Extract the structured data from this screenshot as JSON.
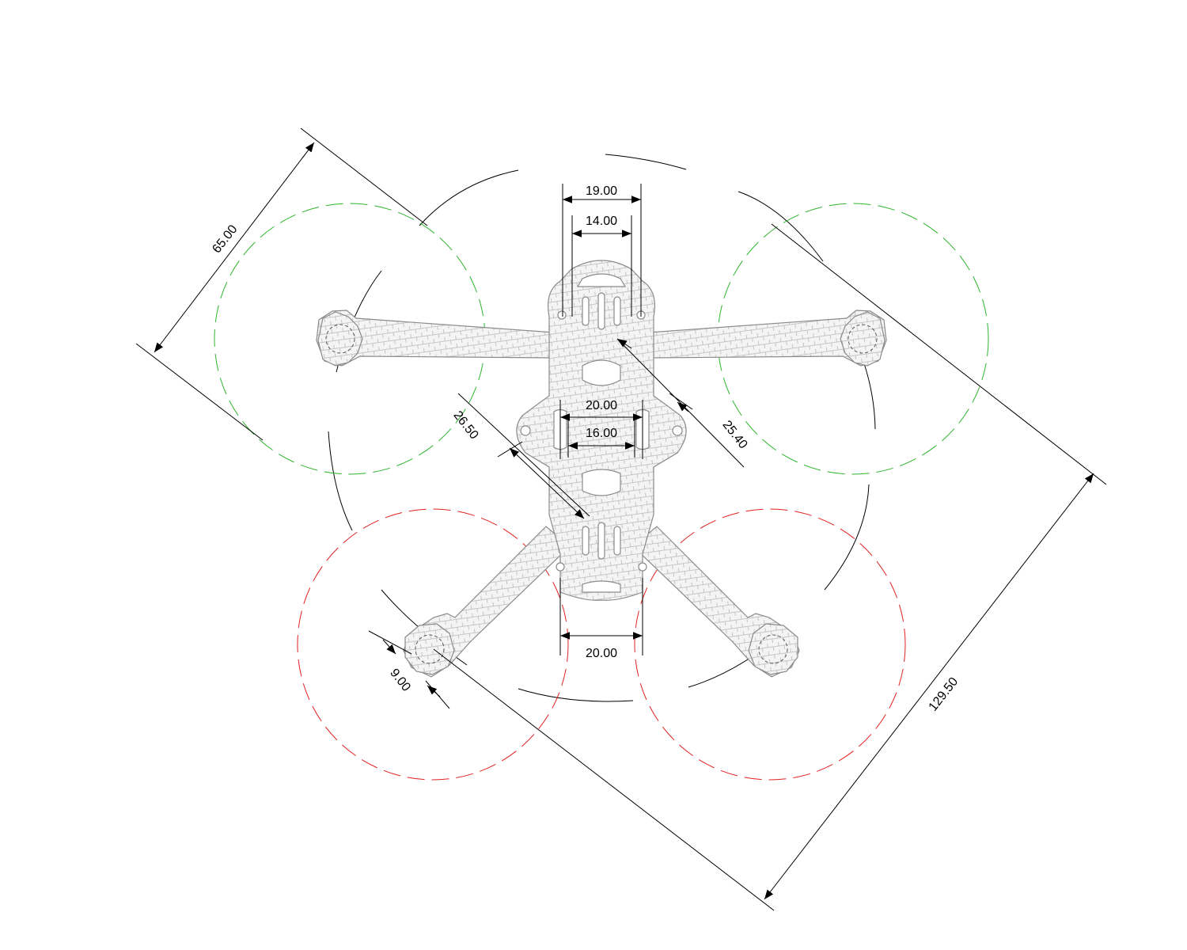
{
  "colors": {
    "front_props": "#2db52d",
    "rear_props": "#e02020",
    "frame_outline": "#8a8a8a",
    "dimension_lines": "#000000"
  },
  "dimensions": {
    "top_outer_width": "19.00",
    "top_inner_width": "14.00",
    "mid_outer_width": "20.00",
    "mid_inner_width": "16.00",
    "bottom_width": "20.00",
    "prop_diameter": "65.00",
    "diagonal_wheelbase": "129.50",
    "left_arm_offset": "26.50",
    "right_arm_offset": "25.40",
    "motor_mount": "9.00"
  }
}
